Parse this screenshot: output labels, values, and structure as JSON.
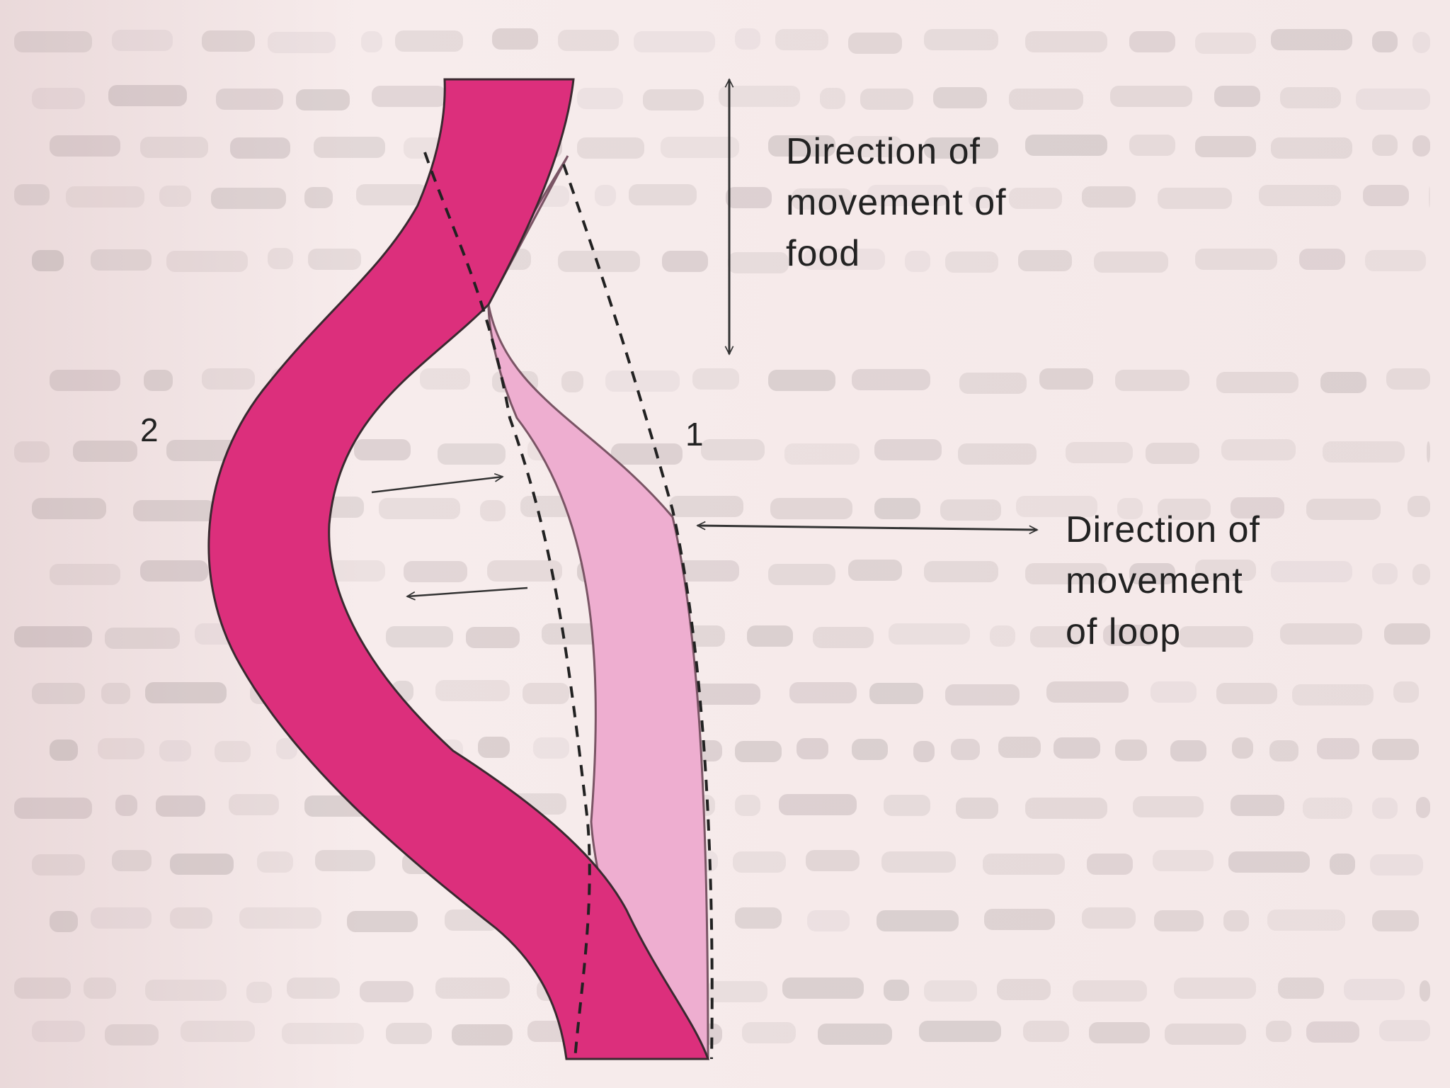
{
  "figure": {
    "food_direction_label": [
      "Direction of",
      "movement of",
      "food"
    ],
    "loop_direction_label": [
      "Direction of",
      "movement",
      "of loop"
    ],
    "loop_number_1": "1",
    "loop_number_2": "2"
  },
  "colors": {
    "background": "#f6e9ea",
    "loop_2_fill": "#dc2f7c",
    "loop_1_fill": "#eeaed0",
    "outline": "#3a2a30",
    "bleed_text": "#3c3033"
  }
}
